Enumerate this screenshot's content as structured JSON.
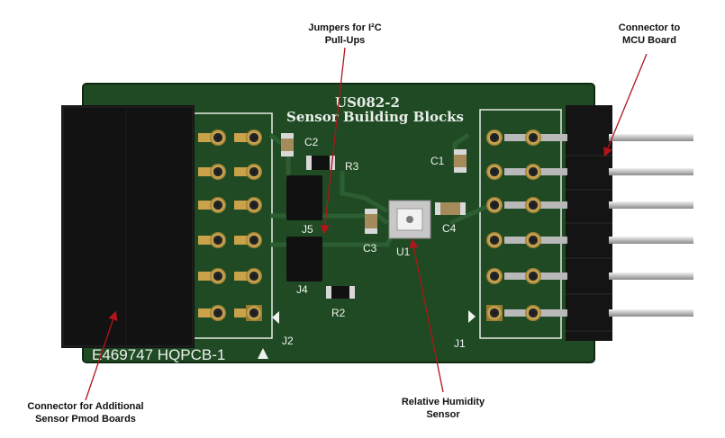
{
  "callouts": {
    "jumpers": "Jumpers for I²C\nPull-Ups",
    "connector_mcu": "Connector to\nMCU Board",
    "connector_pmod": "Connector for Additional\nSensor Pmod Boards",
    "humidity": "Relative Humidity\nSensor"
  },
  "board": {
    "part_number": "US082-2",
    "subtitle": "Sensor Building Blocks",
    "vendor_mark": "E469747 HQPCB-1",
    "designators": {
      "c1": "C1",
      "c2": "C2",
      "c3": "C3",
      "c4": "C4",
      "r2": "R2",
      "r3": "R3",
      "j1": "J1",
      "j2": "J2",
      "j4": "J4",
      "j5": "J5",
      "u1": "U1"
    }
  },
  "colors": {
    "pcb": "#1f4a23",
    "pcb_dark": "#173a1b",
    "header": "#121212",
    "gold": "#c9a24a",
    "silver": "#c9c9c9",
    "arrow": "#b0151b"
  }
}
